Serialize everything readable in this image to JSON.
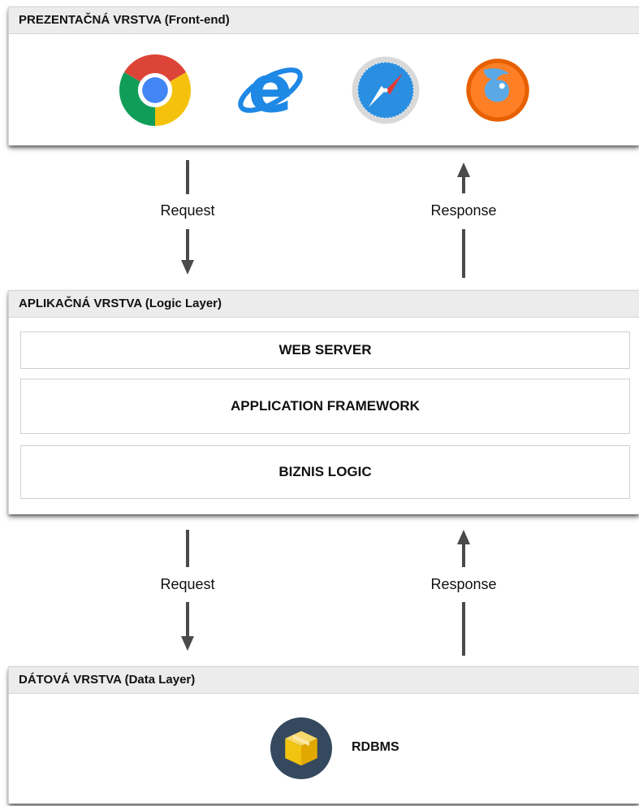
{
  "layers": {
    "presentation": {
      "title": "PREZENTAČNÁ VRSTVA (Front-end)",
      "browsers": [
        {
          "name": "chrome-icon"
        },
        {
          "name": "internet-explorer-icon"
        },
        {
          "name": "safari-icon"
        },
        {
          "name": "firefox-icon"
        }
      ]
    },
    "logic": {
      "title": "APLIKAČNÁ VRSTVA (Logic Layer)",
      "components": [
        "WEB SERVER",
        "APPLICATION FRAMEWORK",
        "BIZNIS LOGIC"
      ]
    },
    "data": {
      "title": "DÁTOVÁ VRSTVA (Data Layer)",
      "component": {
        "label": "RDBMS",
        "icon": "database-box-icon"
      }
    }
  },
  "connections": {
    "upper": {
      "request": "Request",
      "response": "Response"
    },
    "lower": {
      "request": "Request",
      "response": "Response"
    }
  },
  "colors": {
    "header_bg": "#ececec",
    "arrow": "#4a4a4a",
    "rdbms_circle": "#34495e",
    "rdbms_box": "#f1c40f"
  }
}
